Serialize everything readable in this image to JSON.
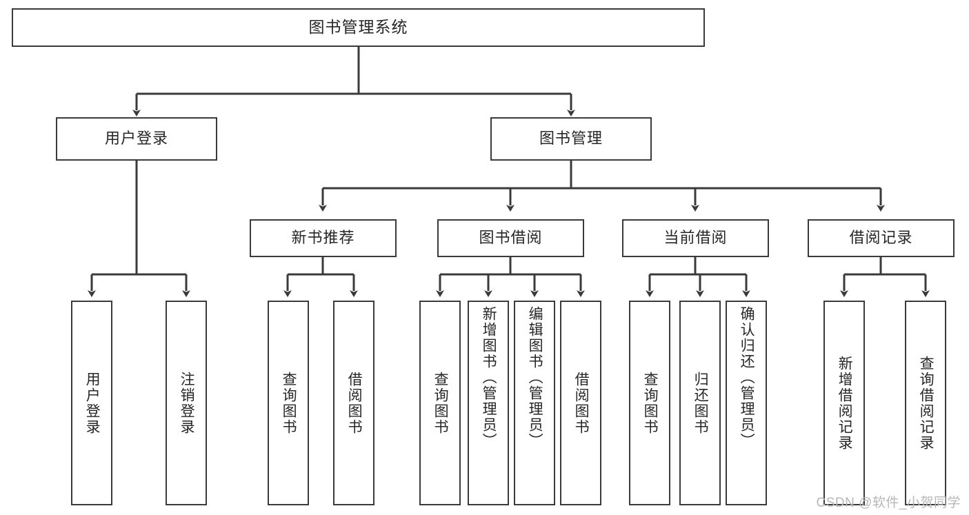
{
  "diagram": {
    "title": "图书管理系统",
    "watermark": "CSDN @软件_小贺同学",
    "line_color": "#3a3a3a",
    "box_fill": "#ffffff",
    "text_color": "#262626",
    "watermark_color": "#b7b7b7",
    "levels": {
      "root": "图书管理系统",
      "level2": [
        "用户登录",
        "图书管理"
      ],
      "level3": [
        "新书推荐",
        "图书借阅",
        "当前借阅",
        "借阅记录"
      ]
    },
    "nodes": {
      "root": {
        "label": "图书管理系统"
      },
      "user_login": {
        "label": "用户登录"
      },
      "book_manage": {
        "label": "图书管理"
      },
      "new_book_rec": {
        "label": "新书推荐"
      },
      "book_borrow": {
        "label": "图书借阅"
      },
      "current_borrow": {
        "label": "当前借阅"
      },
      "borrow_record": {
        "label": "借阅记录"
      },
      "leaf_1": {
        "label": "用户登录"
      },
      "leaf_2": {
        "label": "注销登录"
      },
      "leaf_3": {
        "label": "查询图书"
      },
      "leaf_4": {
        "label": "借阅图书"
      },
      "leaf_5": {
        "label": "查询图书"
      },
      "leaf_6": {
        "label": "新增图书（管理员）"
      },
      "leaf_7": {
        "label": "编辑图书（管理员）"
      },
      "leaf_8": {
        "label": "借阅图书"
      },
      "leaf_9": {
        "label": "查询图书"
      },
      "leaf_10": {
        "label": "归还图书"
      },
      "leaf_11": {
        "label": "确认归还（管理员）"
      },
      "leaf_12": {
        "label": "新增借阅记录"
      },
      "leaf_13": {
        "label": "查询借阅记录"
      }
    }
  }
}
